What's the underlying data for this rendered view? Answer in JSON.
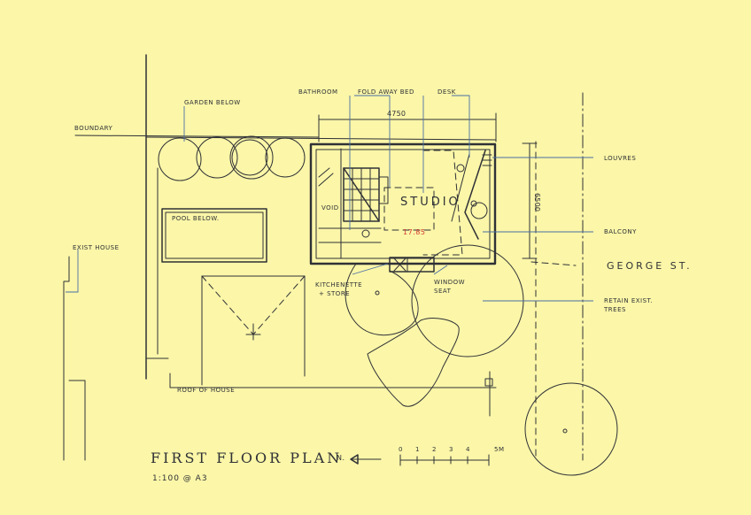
{
  "drawing": {
    "title": "FIRST FLOOR PLAN",
    "scale_note": "1:100 @ A3",
    "studio_label": "STUDIO",
    "studio_area": "17.85",
    "north_label": "N.",
    "scale_bar_ticks": [
      "0",
      "1",
      "2",
      "3",
      "4",
      "5m"
    ]
  },
  "labels": {
    "boundary": "BOUNDARY",
    "garden_below": "GARDEN BELOW",
    "bathroom": "BATHROOM",
    "fold_away_bed": "FOLD AWAY BED",
    "desk": "DESK",
    "louvres": "LOUVRES",
    "balcony": "BALCONY",
    "george_st": "GEORGE ST.",
    "retain_trees_1": "RETAIN EXIST.",
    "retain_trees_2": "TREES",
    "exist_house": "EXIST HOUSE",
    "pool_below": "POOL BELOW.",
    "void": "VOID",
    "kitchenette_1": "KITCHENETTE",
    "kitchenette_2": "+ STORE",
    "window_seat_1": "WINDOW",
    "window_seat_2": "SEAT",
    "roof_of_house": "ROOF OF HOUSE"
  },
  "dimensions": {
    "width": "4750",
    "depth": "6500"
  },
  "colors": {
    "paper": "#fbf6a8",
    "ink": "#2f3136",
    "leader": "#4a6fa3",
    "area_text": "#d13a30"
  }
}
